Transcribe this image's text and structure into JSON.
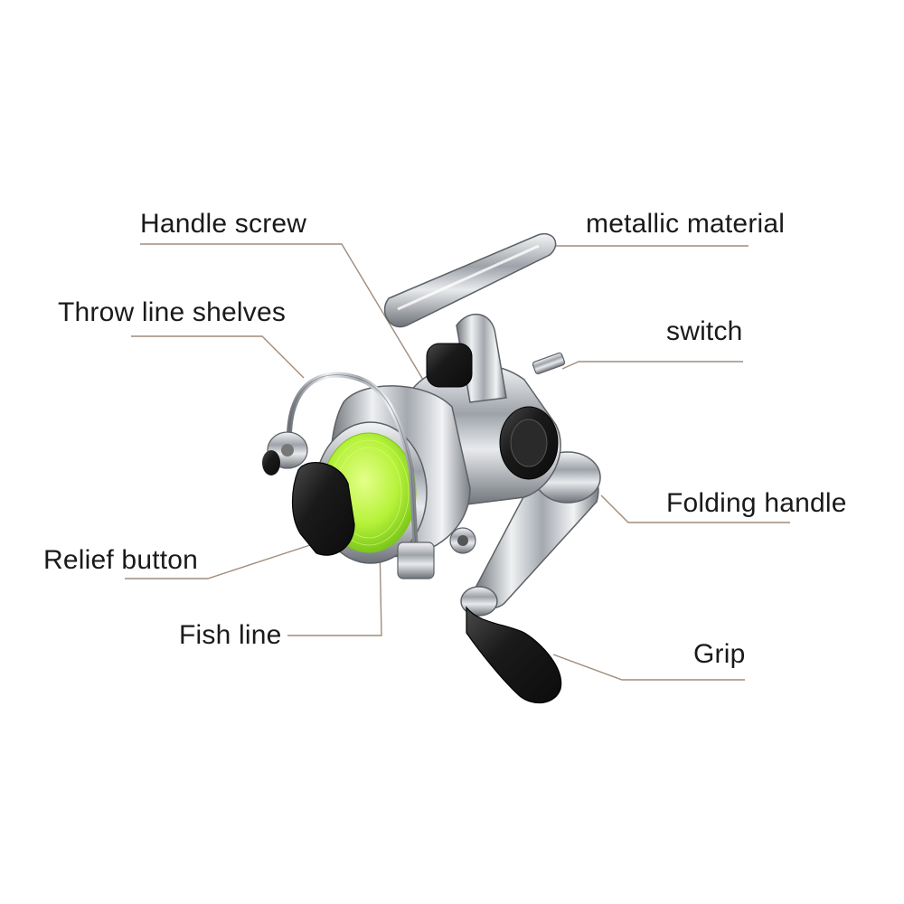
{
  "labels": {
    "handle_screw": "Handle screw",
    "metallic_material": "metallic material",
    "throw_line_shelves": "Throw line shelves",
    "switch": "switch",
    "folding_handle": "Folding handle",
    "relief_button": "Relief button",
    "fish_line": "Fish line",
    "grip": "Grip"
  },
  "colors": {
    "leader_line": "#a08c7c",
    "label_text": "#1a1a1a",
    "fishing_line": "#b6f23a",
    "chrome": "#c9ccd0",
    "rubber": "#1c1c1c"
  }
}
